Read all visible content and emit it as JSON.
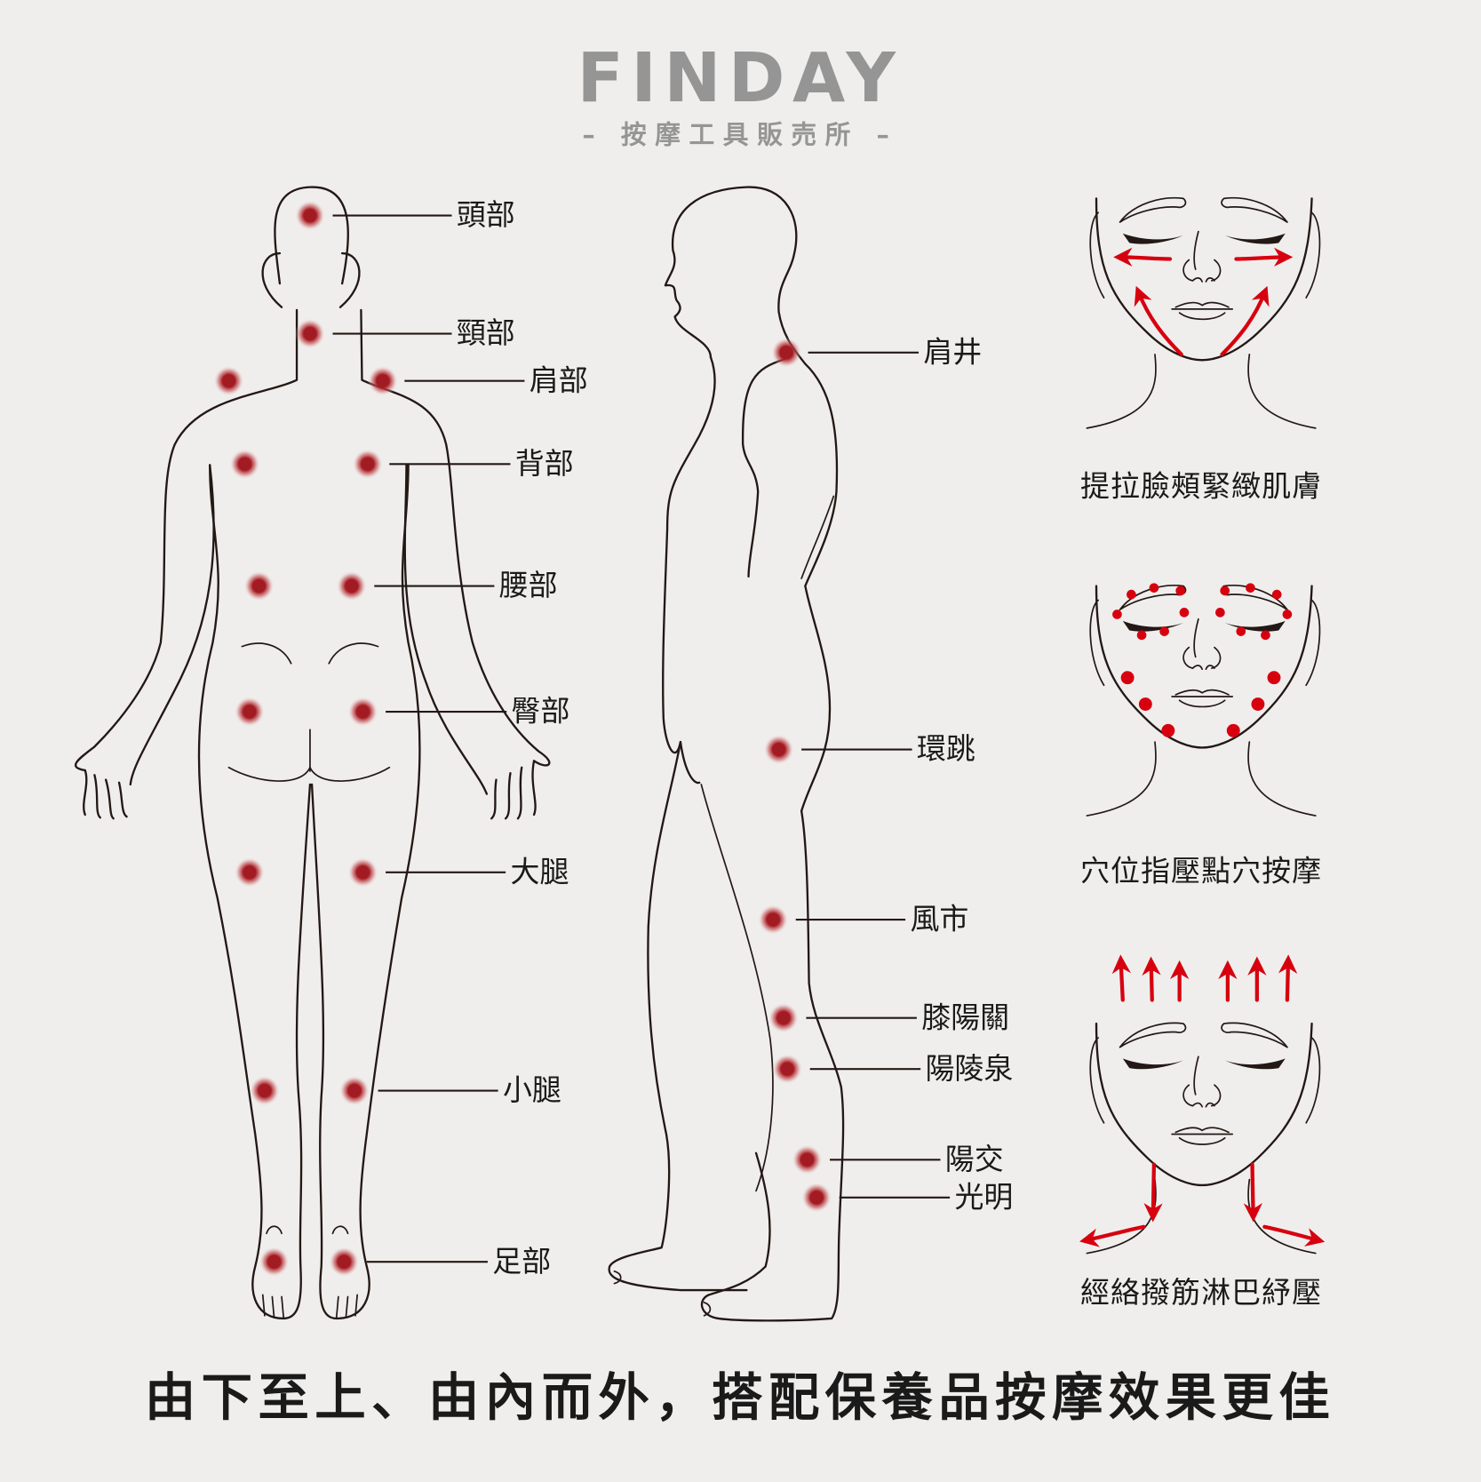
{
  "brand": {
    "logo": "FINDAY",
    "subtitle": "– 按摩工具販売所 –",
    "logo_color": "#959595"
  },
  "back_figure": {
    "labels": [
      {
        "id": "head",
        "text": "頭部"
      },
      {
        "id": "neck",
        "text": "頸部"
      },
      {
        "id": "shoulder",
        "text": "肩部"
      },
      {
        "id": "back",
        "text": "背部"
      },
      {
        "id": "waist",
        "text": "腰部"
      },
      {
        "id": "hip",
        "text": "臀部"
      },
      {
        "id": "thigh",
        "text": "大腿"
      },
      {
        "id": "calf",
        "text": "小腿"
      },
      {
        "id": "foot",
        "text": "足部"
      }
    ]
  },
  "side_figure": {
    "labels": [
      {
        "id": "jianjing",
        "text": "肩井"
      },
      {
        "id": "huantiao",
        "text": "環跳"
      },
      {
        "id": "fengshi",
        "text": "風市"
      },
      {
        "id": "xiyangguan",
        "text": "膝陽關"
      },
      {
        "id": "yanglingquan",
        "text": "陽陵泉"
      },
      {
        "id": "yangjiao",
        "text": "陽交"
      },
      {
        "id": "guangming",
        "text": "光明"
      }
    ]
  },
  "faces": [
    {
      "caption": "提拉臉頰緊緻肌膚",
      "technique": "lifting-arrows"
    },
    {
      "caption": "穴位指壓點穴按摩",
      "technique": "acupoint-dots"
    },
    {
      "caption": "經絡撥筋淋巴紓壓",
      "technique": "lymph-arrows"
    }
  ],
  "footer": {
    "slogan": "由下至上、由內而外，搭配保養品按摩效果更佳"
  },
  "colors": {
    "background": "#efeeec",
    "point": "#a31b22",
    "arrow": "#d7000f",
    "line": "#231815"
  }
}
